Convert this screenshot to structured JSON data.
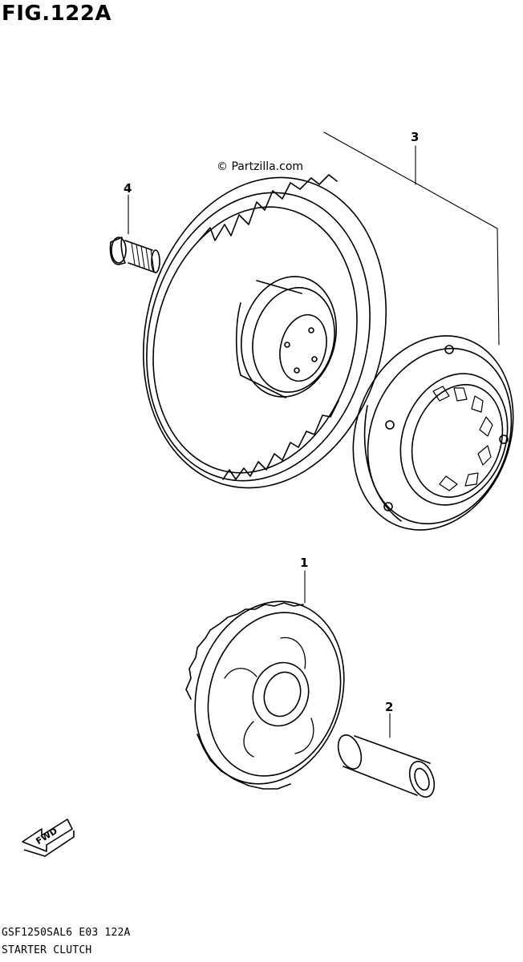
{
  "figure": {
    "title": "FIG.122A",
    "watermark": "© Partzilla.com",
    "callouts": {
      "part1": "1",
      "part2": "2",
      "part3": "3",
      "part4": "4"
    },
    "fwd_label": "FWD",
    "model_code": "GSF1250SAL6  E03  122A",
    "section_name": "STARTER CLUTCH"
  },
  "icons": {
    "fwd_arrow": "fwd-arrow-icon"
  }
}
